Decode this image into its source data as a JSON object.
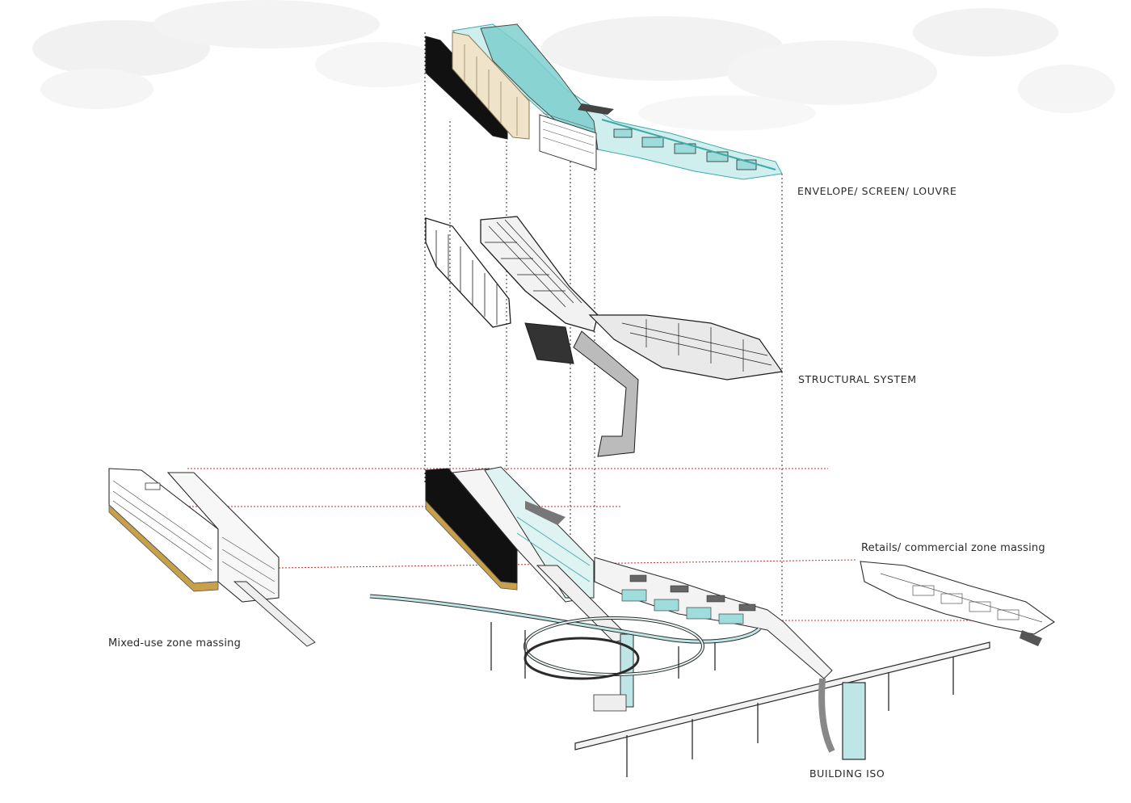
{
  "labels": {
    "envelope": "ENVELOPE/ SCREEN/ LOUVRE",
    "structure": "STRUCTURAL SYSTEM",
    "retail": "Retails/ commercial zone massing",
    "mixed_use": "Mixed-use zone massing",
    "building_iso": "BUILDING ISO"
  },
  "colors": {
    "line": "#2b2b2b",
    "glass": "#8fd6d6",
    "glass_dark": "#3fa9a9",
    "panel_black": "#111111",
    "timber": "#c8a04a",
    "beige": "#e9dcc1",
    "red_dashed": "#cc2a2a",
    "cloud": "#e9e9e9"
  }
}
